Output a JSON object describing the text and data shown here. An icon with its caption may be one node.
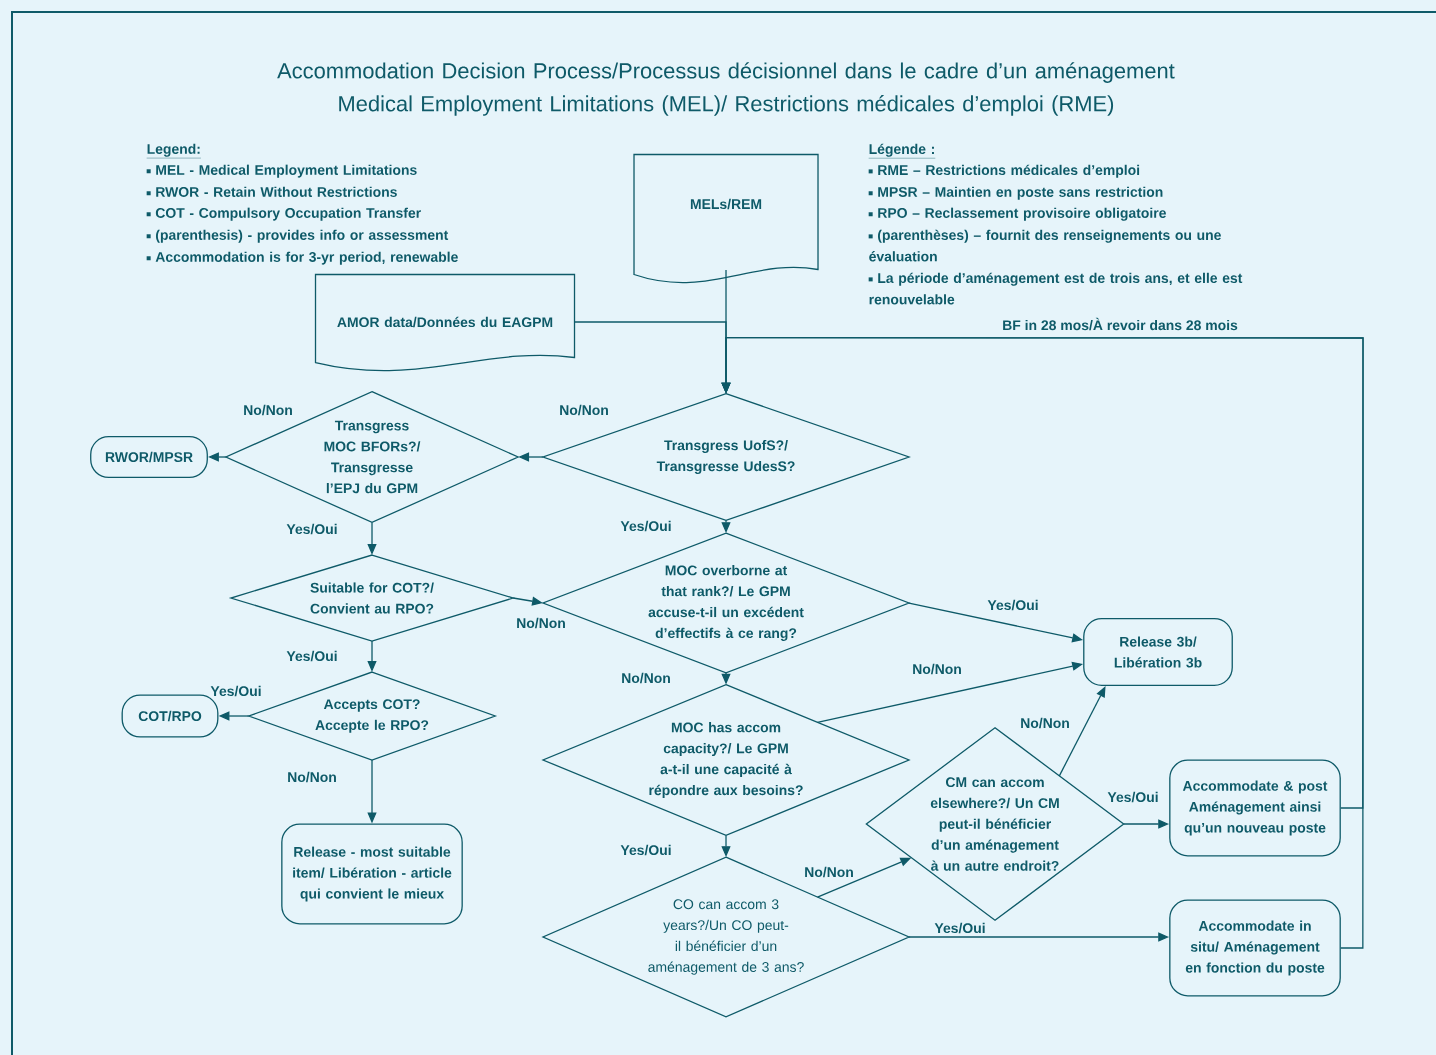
{
  "diagram": {
    "title": "Accommodation Decision Process/Processus décisionnel dans le cadre d’un aménagement Medical Employment Limitations (MEL)/ Restrictions médicales d’emploi (RME)",
    "nodes": [
      {
        "text": [
          "MELs/REM"
        ]
      },
      {
        "text": [
          "AMOR data/Données du EAGPM"
        ]
      },
      {
        "text": [
          "Transgress UofS?/ Transgresse UdesS?"
        ]
      },
      {
        "text": [
          "Transgress MOC BFORs?/ Transgresse l’EPJ du GPM"
        ]
      },
      {
        "text": [
          "RWOR/MPSR"
        ]
      },
      {
        "text": [
          "Suitable for COT?/ Convient au RPO?"
        ]
      },
      {
        "text": [
          "Accepts COT? Accepte le RPO?"
        ]
      },
      {
        "text": [
          "COT/RPO"
        ]
      },
      {
        "text": [
          "Release - most suitable item/ Libération - article qui convient le mieux"
        ]
      },
      {
        "text": [
          "MOC overborne at that rank?/ Le GPM accuse-t-il un excédent d’effectifs à ce rang?"
        ]
      },
      {
        "text": [
          "MOC has accom capacity?/ Le GPM a-t-il une capacité à répondre aux besoins?"
        ]
      },
      {
        "text": [
          "CO can accom 3 years?/Un CO peut-il bénéficier d’un aménagement de 3 ans?"
        ]
      },
      {
        "text": [
          "CM can accom elsewhere?/ Un CM peut-il bénéficier d’un aménagement à un autre endroit?"
        ]
      },
      {
        "text": [
          "Release 3b/ Libération 3b"
        ]
      },
      {
        "text": [
          "Accommodate & post Aménagement ainsi qu’un nouveau poste"
        ]
      },
      {
        "text": [
          "Accommodate in situ/ Aménagement en fonction du poste"
        ]
      }
    ],
    "edges": [
      {
        "from": 0,
        "to": 2,
        "arrow": "to"
      },
      {
        "from": 1,
        "to": 2,
        "arrow": "to"
      },
      {
        "from": 2,
        "to": 3,
        "arrow": "to",
        "label": "No/Non"
      },
      {
        "from": 3,
        "to": 4,
        "arrow": "to",
        "label": "No/Non"
      },
      {
        "from": 3,
        "to": 5,
        "arrow": "to",
        "label": "Yes/Oui"
      },
      {
        "from": 5,
        "to": 6,
        "arrow": "to",
        "label": "Yes/Oui"
      },
      {
        "from": 5,
        "to": 9,
        "arrow": "to",
        "label": "No/Non"
      },
      {
        "from": 6,
        "to": 7,
        "arrow": "to",
        "label": "Yes/Oui"
      },
      {
        "from": 6,
        "to": 8,
        "arrow": "to",
        "label": "No/Non"
      },
      {
        "from": 2,
        "to": 9,
        "arrow": "to",
        "label": "Yes/Oui"
      },
      {
        "from": 9,
        "to": 13,
        "arrow": "to",
        "label": "Yes/Oui"
      },
      {
        "from": 9,
        "to": 10,
        "arrow": "to",
        "label": "No/Non"
      },
      {
        "from": 10,
        "to": 13,
        "arrow": "to",
        "label": "No/Non"
      },
      {
        "from": 10,
        "to": 11,
        "arrow": "to",
        "label": "Yes/Oui"
      },
      {
        "from": 11,
        "to": 12,
        "arrow": "to",
        "label": "No/Non"
      },
      {
        "from": 11,
        "to": 15,
        "arrow": "to",
        "label": "Yes/Oui"
      },
      {
        "from": 12,
        "to": 13,
        "arrow": "to",
        "label": "No/Non"
      },
      {
        "from": 12,
        "to": 14,
        "arrow": "to",
        "label": "Yes/Oui"
      },
      {
        "from": 14,
        "to": 2,
        "arrow": "to",
        "label": "BF in 28 mos/À revoir dans 28 mois"
      },
      {
        "from": 15,
        "to": 2,
        "arrow": "to"
      }
    ],
    "labels": [
      "Legend:",
      "MEL - Medical Employment Limitations",
      "RWOR - Retain Without Restrictions",
      "COT - Compulsory Occupation Transfer",
      "(parenthesis) - provides info or assessment",
      "Accommodation is for 3-yr period, renewable",
      "Légende :",
      "RME – Restrictions médicales d’emploi",
      "MPSR – Maintien en poste sans restriction",
      "RPO – Reclassement provisoire obligatoire",
      "(parenthèses) – fournit des renseignements ou une évaluation",
      "La période d’aménagement est de trois ans, et elle est renouvelable"
    ]
  }
}
